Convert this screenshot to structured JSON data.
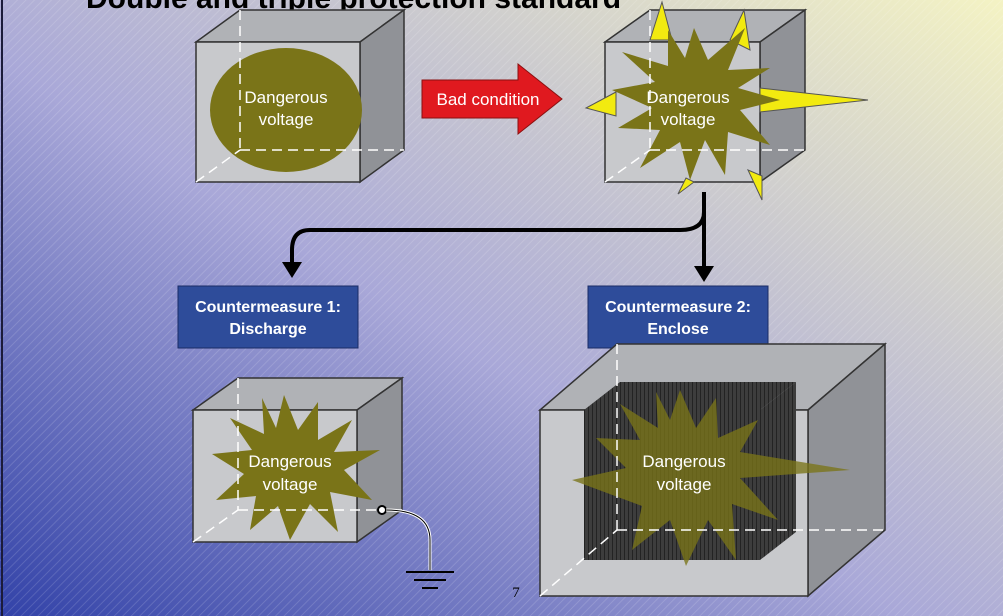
{
  "slide": {
    "title": "Double and triple protection standard",
    "page_number": "7"
  },
  "labels": {
    "bad_condition": "Bad condition",
    "voltage_line1": "Dangerous",
    "voltage_line2": "voltage",
    "cm1_line1": "Countermeasure 1:",
    "cm1_line2": "Discharge",
    "cm2_line1": "Countermeasure 2:",
    "cm2_line2": "Enclose"
  },
  "colors": {
    "background_start": "#3d4fb0",
    "background_end": "#f3f1c6",
    "box_front": "#c8c9cc",
    "box_side": "#8f9196",
    "box_top": "#aeb0b4",
    "olive": "#7a7418",
    "spike_yellow": "#f2ea10",
    "arrow_red": "#e0191f",
    "header_blue": "#2e4c9a"
  }
}
